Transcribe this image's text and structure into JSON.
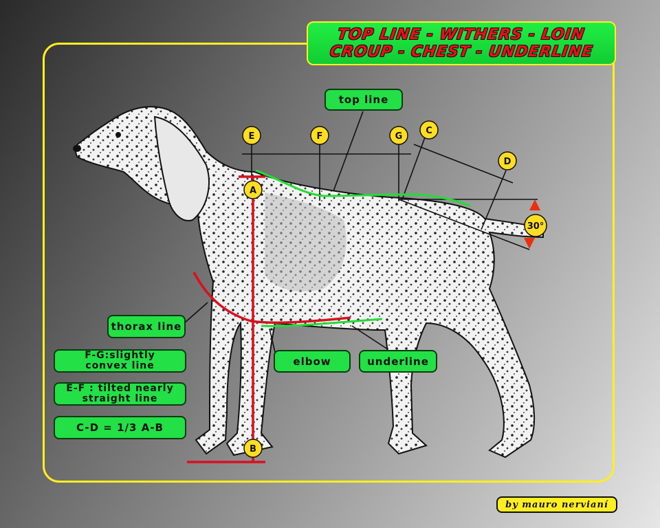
{
  "title": {
    "line1": "TOP LINE - WITHERS - LOIN",
    "line2": "CROUP - CHEST - UNDERLINE"
  },
  "labels": {
    "top_line": "top line",
    "thorax_line": "thorax line",
    "elbow": "elbow",
    "underline": "underline",
    "fg_line1": "F-G:slightly",
    "fg_line2": "convex line",
    "ef_line1": "E-F : tilted nearly",
    "ef_line2": "straight line",
    "cd": "C-D = 1/3 A-B"
  },
  "points": {
    "A": "A",
    "B": "B",
    "C": "C",
    "D": "D",
    "E": "E",
    "F": "F",
    "G": "G"
  },
  "angle": "30°",
  "credit": "by mauro nervianí",
  "colors": {
    "frame": "#ffee22",
    "label_bg": "#22e045",
    "title_text": "#e8101a",
    "red_line": "#d81020",
    "green_line": "#22dd33",
    "point_marker": "#ffdd22"
  }
}
